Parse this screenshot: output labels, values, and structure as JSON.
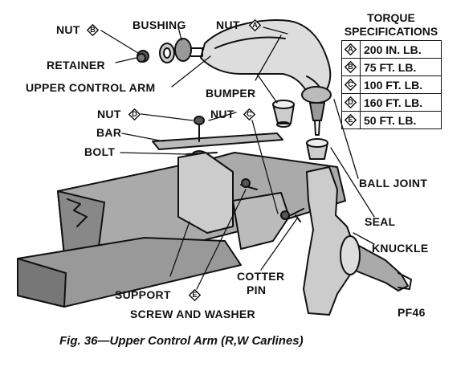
{
  "labels": {
    "nut_b": "NUT",
    "bushing": "BUSHING",
    "nut_a": "NUT",
    "retainer": "RETAINER",
    "upper_control_arm": "UPPER CONTROL ARM",
    "bumper": "BUMPER",
    "nut_d": "NUT",
    "nut_c": "NUT",
    "bar": "BAR",
    "bolt": "BOLT",
    "ball_joint": "BALL JOINT",
    "seal": "SEAL",
    "knuckle": "KNUCKLE",
    "cotter_pin_1": "COTTER",
    "cotter_pin_2": "PIN",
    "support": "SUPPORT",
    "screw_and_washer": "SCREW AND WASHER",
    "code": "PF46"
  },
  "markers": {
    "nut_b": "B",
    "nut_a": "A",
    "nut_d": "D",
    "nut_c": "C",
    "support": "E"
  },
  "torque": {
    "title_1": "TORQUE",
    "title_2": "SPECIFICATIONS",
    "rows": [
      {
        "key": "A",
        "value": "200 IN. LB."
      },
      {
        "key": "B",
        "value": "75 FT. LB."
      },
      {
        "key": "C",
        "value": "100 FT. LB."
      },
      {
        "key": "D",
        "value": "160 FT. LB."
      },
      {
        "key": "E",
        "value": "50 FT. LB."
      }
    ]
  },
  "caption": "Fig. 36—Upper Control Arm (R,W Carlines)"
}
